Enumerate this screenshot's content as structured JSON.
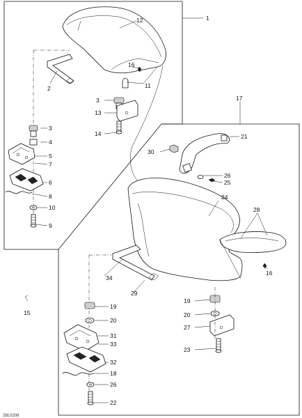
{
  "diagram_code": "28L0208",
  "callouts": {
    "c1": "1",
    "c2": "2",
    "c3a": "3",
    "c3b": "3",
    "c4": "4",
    "c5": "5",
    "c6": "6",
    "c7": "7",
    "c8": "8",
    "c9": "9",
    "c10": "10",
    "c11": "11",
    "c12": "12",
    "c13": "13",
    "c14": "14",
    "c15": "15",
    "c16a": "16",
    "c16b": "16",
    "c17": "17",
    "c18": "18",
    "c19a": "19",
    "c19b": "19",
    "c20a": "20",
    "c20b": "20",
    "c21": "21",
    "c22": "22",
    "c23": "23",
    "c24": "24",
    "c25": "25",
    "c26a": "26",
    "c26b": "26",
    "c27": "27",
    "c28": "28",
    "c29": "29",
    "c30": "30",
    "c31": "31",
    "c32": "32",
    "c33": "33",
    "c34": "34"
  }
}
